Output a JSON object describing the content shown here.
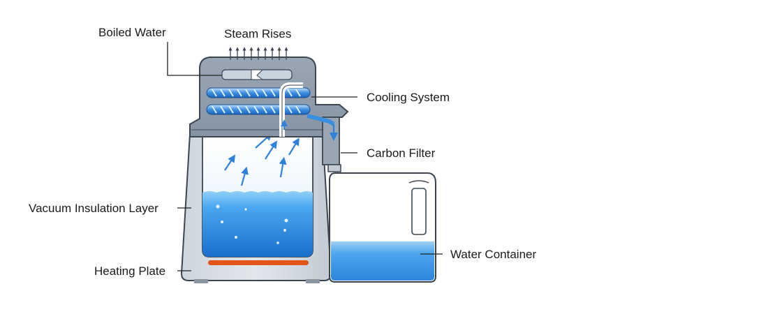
{
  "labels": {
    "boiled_water": "Boiled Water",
    "steam_rises": "Steam Rises",
    "cooling_system": "Cooling System",
    "carbon_filter": "Carbon Filter",
    "vacuum_insulation_layer": "Vacuum Insulation Layer",
    "heating_plate": "Heating Plate",
    "water_container": "Water Container"
  },
  "colors": {
    "body_grey": "#a9b3bf",
    "body_light": "#d4d9e0",
    "outline": "#3c4650",
    "water_top": "#7ec4f2",
    "water_bottom": "#1c79d4",
    "steam_blue": "#2f82d9",
    "coil_blue": "#3a8fe0",
    "heating_plate": "#e2561c",
    "container_water": "#4aa3ec"
  }
}
